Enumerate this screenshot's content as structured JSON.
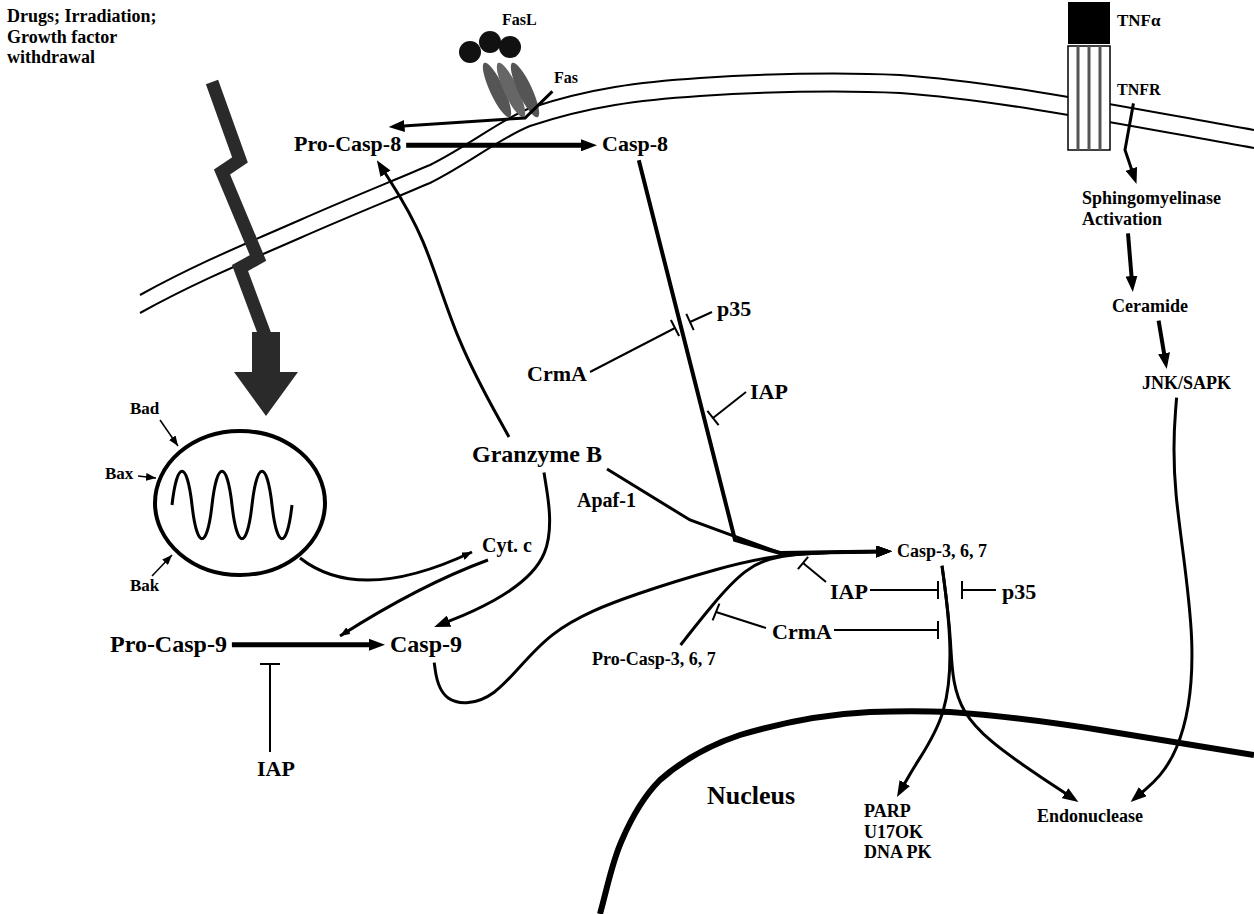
{
  "diagram": {
    "nodes": [
      {
        "text": [
          "Drugs; Irradiation; Growth factor withdrawal"
        ]
      },
      {
        "text": [
          "FasL"
        ]
      },
      {
        "text": [
          "Fas"
        ]
      },
      {
        "text": [
          "TNFα"
        ]
      },
      {
        "text": [
          "TNFR"
        ]
      },
      {
        "text": [
          "Pro-Casp-8"
        ]
      },
      {
        "text": [
          "Casp-8"
        ]
      },
      {
        "text": [
          "Sphingomyelinase Activation"
        ]
      },
      {
        "text": [
          "Ceramide"
        ]
      },
      {
        "text": [
          "JNK/SAPK"
        ]
      },
      {
        "text": [
          "Granzyme B"
        ]
      },
      {
        "text": [
          "Pro-Casp-9"
        ]
      },
      {
        "text": [
          "Casp-9"
        ]
      },
      {
        "text": [
          "Pro-Casp-3, 6, 7"
        ]
      },
      {
        "text": [
          "Casp-3, 6, 7"
        ]
      },
      {
        "text": [
          "PARP U17OK DNA PK"
        ]
      },
      {
        "text": [
          "Endonuclease"
        ]
      }
    ],
    "edges": [
      {
        "from": 2,
        "to": 5,
        "arrow": "to"
      },
      {
        "from": 5,
        "to": 6,
        "arrow": "to"
      },
      {
        "from": 4,
        "to": 7,
        "arrow": "to"
      },
      {
        "from": 7,
        "to": 8,
        "arrow": "to"
      },
      {
        "from": 8,
        "to": 9,
        "arrow": "to"
      },
      {
        "from": 10,
        "to": 5,
        "arrow": "to"
      },
      {
        "from": 6,
        "to": 14,
        "arrow": "to"
      },
      {
        "from": 10,
        "to": 14,
        "arrow": "to"
      },
      {
        "from": 10,
        "to": 12,
        "arrow": "to"
      },
      {
        "from": 11,
        "to": 12,
        "arrow": "to"
      },
      {
        "from": 12,
        "to": 14,
        "arrow": "to"
      },
      {
        "from": 13,
        "to": 14,
        "arrow": "to"
      },
      {
        "from": 14,
        "to": 15,
        "arrow": "to"
      },
      {
        "from": 14,
        "to": 16,
        "arrow": "to"
      },
      {
        "from": 9,
        "to": 16,
        "arrow": "to"
      }
    ],
    "labels": [
      "p35",
      "CrmA",
      "IAP",
      "Bad",
      "Bax",
      "Apaf-1",
      "Cyt. c",
      "IAP",
      "p35",
      "CrmA",
      "Bak",
      "IAP",
      "Nucleus"
    ]
  }
}
